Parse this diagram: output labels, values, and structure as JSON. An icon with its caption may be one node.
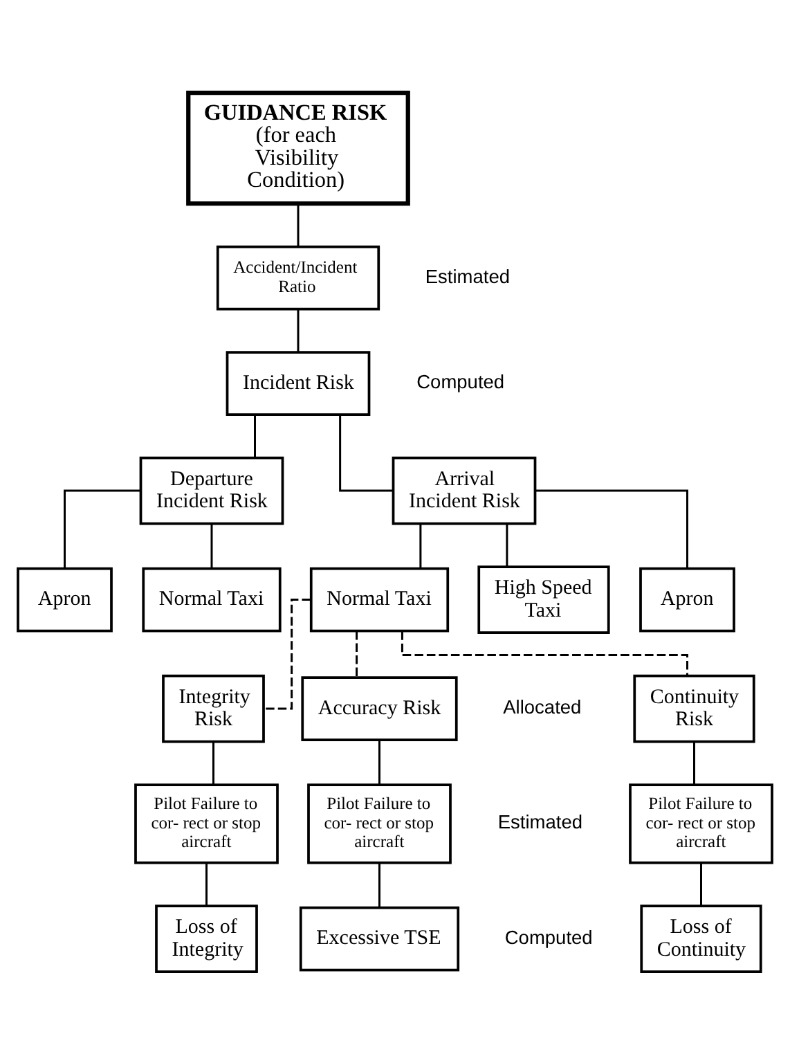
{
  "diagram": {
    "nodes": [
      {
        "text": [
          "GUIDANCE RISK",
          "(for each Visibility Condition)"
        ]
      },
      {
        "text": [
          "Accident/Incident Ratio"
        ],
        "beside": [
          "Estimated"
        ]
      },
      {
        "text": [
          "Incident Risk"
        ],
        "beside": [
          "Computed"
        ]
      },
      {
        "text": [
          "Departure Incident Risk"
        ]
      },
      {
        "text": [
          "Arrival Incident Risk"
        ]
      },
      {
        "text": [
          "Apron"
        ]
      },
      {
        "text": [
          "Normal Taxi"
        ]
      },
      {
        "text": [
          "Normal Taxi"
        ]
      },
      {
        "text": [
          "High Speed Taxi"
        ]
      },
      {
        "text": [
          "Apron"
        ]
      },
      {
        "text": [
          "Integrity Risk"
        ]
      },
      {
        "text": [
          "Accuracy Risk"
        ],
        "beside": [
          "Allocated"
        ]
      },
      {
        "text": [
          "Continuity Risk"
        ]
      },
      {
        "text": [
          "Pilot Failure to cor- rect or stop aircraft"
        ]
      },
      {
        "text": [
          "Pilot Failure to cor- rect or stop aircraft"
        ],
        "beside": [
          "Estimated"
        ]
      },
      {
        "text": [
          "Pilot Failure to cor- rect or stop aircraft"
        ]
      },
      {
        "text": [
          "Loss of Integrity"
        ]
      },
      {
        "text": [
          "Excessive TSE"
        ],
        "beside": [
          "Computed"
        ]
      },
      {
        "text": [
          "Loss of Continuity"
        ]
      }
    ],
    "edges": [
      {
        "from": 0,
        "to": 1,
        "arrow": "none"
      },
      {
        "from": 1,
        "to": 2,
        "arrow": "none"
      },
      {
        "from": 2,
        "to": 3,
        "arrow": "none"
      },
      {
        "from": 2,
        "to": 4,
        "arrow": "none"
      },
      {
        "from": 3,
        "to": 5,
        "arrow": "none"
      },
      {
        "from": 3,
        "to": 6,
        "arrow": "none"
      },
      {
        "from": 4,
        "to": 7,
        "arrow": "none"
      },
      {
        "from": 4,
        "to": 8,
        "arrow": "none"
      },
      {
        "from": 4,
        "to": 9,
        "arrow": "none"
      },
      {
        "from": 7,
        "to": 10,
        "arrow": "none",
        "style": "dashed"
      },
      {
        "from": 7,
        "to": 11,
        "arrow": "none",
        "style": "dashed"
      },
      {
        "from": 7,
        "to": 12,
        "arrow": "none",
        "style": "dashed"
      },
      {
        "from": 10,
        "to": 13,
        "arrow": "none"
      },
      {
        "from": 11,
        "to": 14,
        "arrow": "none"
      },
      {
        "from": 12,
        "to": 15,
        "arrow": "none"
      },
      {
        "from": 13,
        "to": 16,
        "arrow": "none"
      },
      {
        "from": 14,
        "to": 17,
        "arrow": "none"
      },
      {
        "from": 15,
        "to": 18,
        "arrow": "none"
      }
    ]
  }
}
